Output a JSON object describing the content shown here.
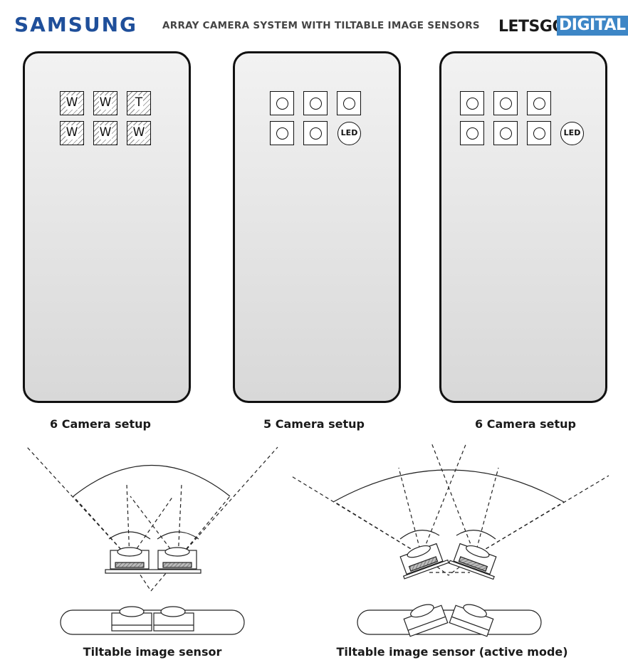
{
  "header": {
    "brand": "SAMSUNG",
    "title": "ARRAY CAMERA SYSTEM WITH TILTABLE IMAGE SENSORS",
    "logo_part1": "LETSGO",
    "logo_part2": "DIGITAL"
  },
  "phones": [
    {
      "caption": "6 Camera setup",
      "lenses": [
        {
          "label": "W"
        },
        {
          "label": "W"
        },
        {
          "label": "T"
        },
        {
          "label": "W"
        },
        {
          "label": "W"
        },
        {
          "label": "W"
        }
      ]
    },
    {
      "caption": "5 Camera setup",
      "led_label": "LED"
    },
    {
      "caption": "6 Camera setup",
      "led_label": "LED"
    }
  ],
  "sensors": {
    "left_caption": "Tiltable image sensor",
    "right_caption": "Tiltable image sensor (active mode)"
  },
  "colors": {
    "brand": "#1f4f9a",
    "logo_accent": "#3d86c6",
    "hatch": "#888888"
  }
}
